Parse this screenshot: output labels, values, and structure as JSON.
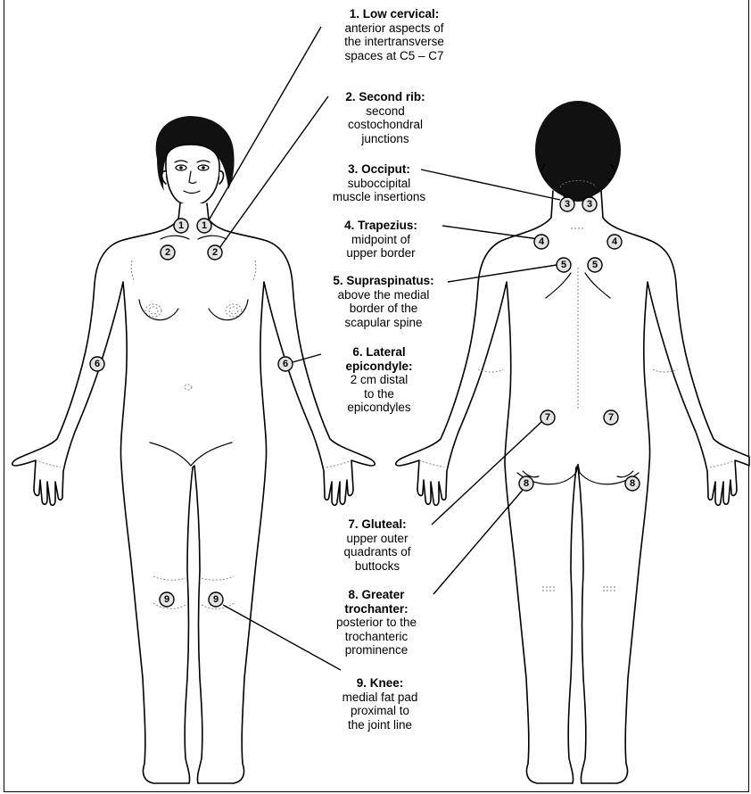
{
  "labels": [
    {
      "title": "1. Low cervical:",
      "desc": [
        "anterior aspects of",
        "the intertransverse",
        "spaces at C5 – C7"
      ]
    },
    {
      "title": "2. Second rib:",
      "desc": [
        "second",
        "costochondral",
        "junctions"
      ]
    },
    {
      "title": "3. Occiput:",
      "desc": [
        "suboccipital",
        "muscle insertions"
      ]
    },
    {
      "title": "4. Trapezius:",
      "desc": [
        "midpoint of",
        "upper border"
      ]
    },
    {
      "title": "5. Supraspinatus:",
      "desc": [
        "above the medial",
        "border of the",
        "scapular spine"
      ]
    },
    {
      "title": "6. Lateral",
      "title2": "epicondyle:",
      "desc": [
        "2 cm distal",
        "to the",
        "epicondyles"
      ]
    },
    {
      "title": "7. Gluteal:",
      "desc": [
        "upper outer",
        "quadrants of",
        "buttocks"
      ]
    },
    {
      "title": "8. Greater",
      "title2": "trochanter:",
      "desc": [
        "posterior to the",
        "trochanteric",
        "prominence"
      ]
    },
    {
      "title": "9. Knee:",
      "desc": [
        "medial fat pad",
        "proximal to",
        "the joint line"
      ]
    }
  ],
  "markers": {
    "m1": "1",
    "m2": "2",
    "m3": "3",
    "m4": "4",
    "m5": "5",
    "m6": "6",
    "m7": "7",
    "m8": "8",
    "m9": "9"
  }
}
